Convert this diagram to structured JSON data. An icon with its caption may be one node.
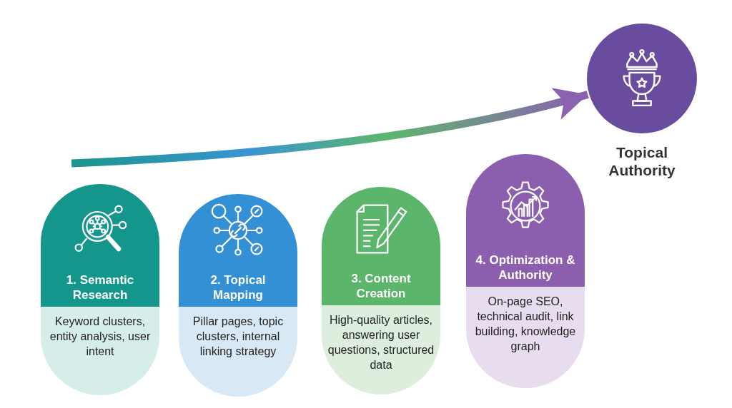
{
  "diagram": {
    "nodes": [
      {
        "text": [
          "1. Semantic Research",
          "Keyword clusters, entity analysis, user intent"
        ]
      },
      {
        "text": [
          "2. Topical Mapping",
          "Pillar pages, topic clusters, internal linking strategy"
        ]
      },
      {
        "text": [
          "3. Content Creation",
          "High-quality articles, answering user questions, structured data"
        ]
      },
      {
        "text": [
          "4. Optimization & Authority",
          "On-page SEO, technical audit, link building, knowledge graph"
        ]
      },
      {
        "text": [
          "Topical Authority"
        ]
      }
    ],
    "edges": [
      {
        "from": null,
        "to": 4,
        "arrow": "to",
        "style": "thick"
      }
    ]
  }
}
